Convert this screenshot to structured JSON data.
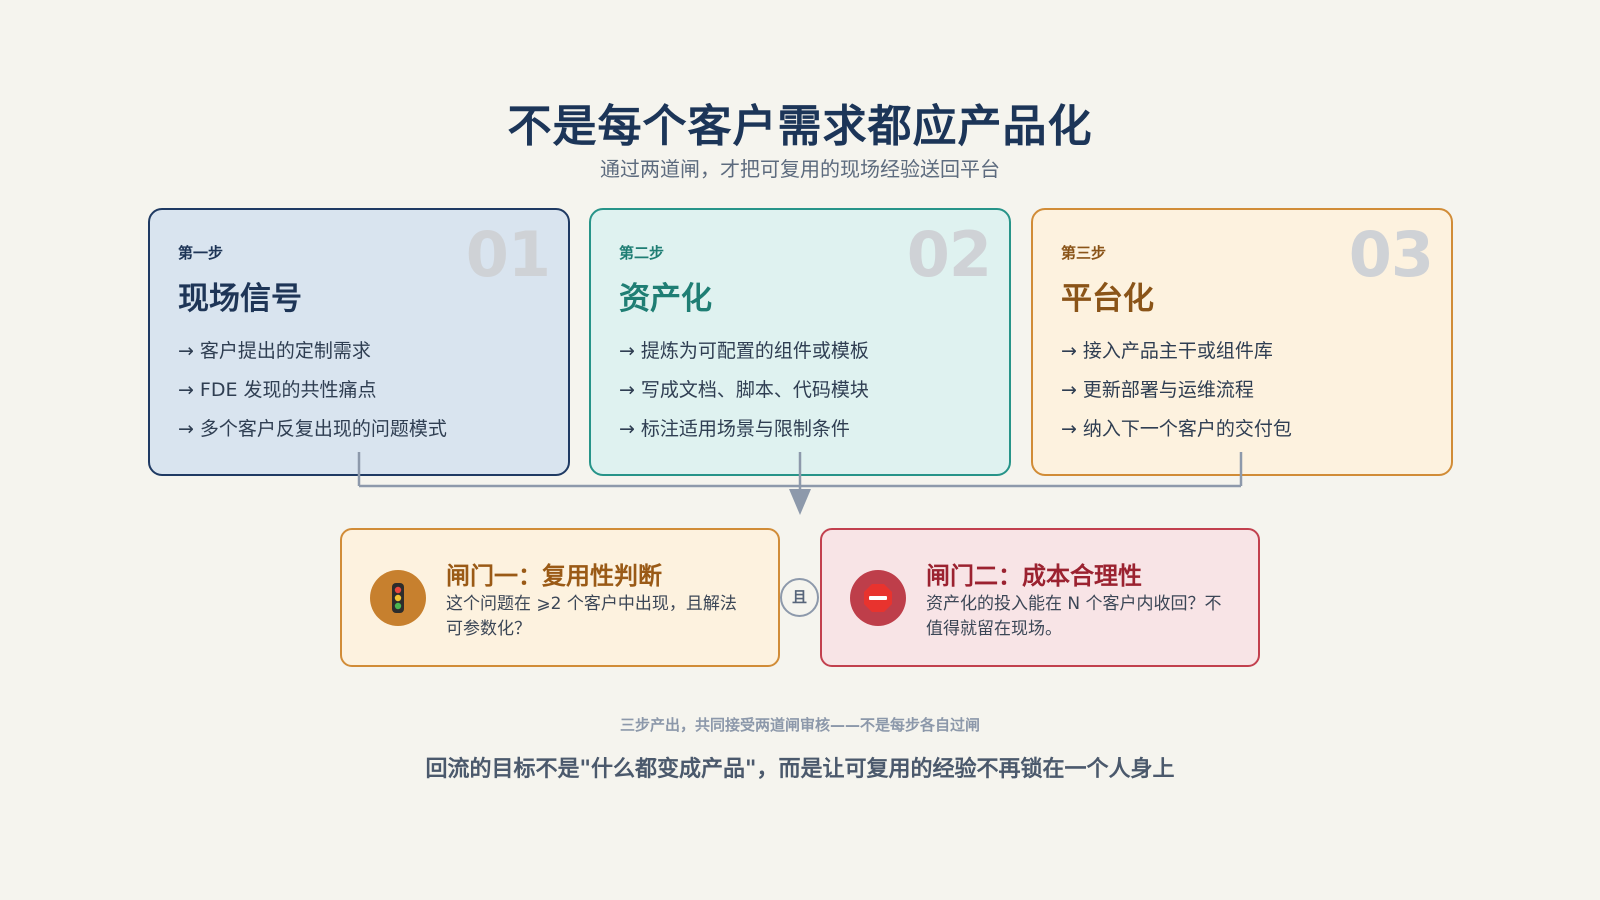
{
  "title": "不是每个客户需求都应产品化",
  "subtitle": "通过两道闸，才把可复用的现场经验送回平台",
  "steps": [
    {
      "number": "01",
      "step_label": "第一步",
      "name": "现场信号",
      "items": [
        "客户提出的定制需求",
        "FDE 发现的共性痛点",
        "多个客户反复出现的问题模式"
      ],
      "color": "#1e3557"
    },
    {
      "number": "02",
      "step_label": "第二步",
      "name": "资产化",
      "items": [
        "提炼为可配置的组件或模板",
        "写成文档、脚本、代码模块",
        "标注适用场景与限制条件"
      ],
      "color": "#1f7e74"
    },
    {
      "number": "03",
      "step_label": "第三步",
      "name": "平台化",
      "items": [
        "接入产品主干或组件库",
        "更新部署与运维流程",
        "纳入下一个客户的交付包"
      ],
      "color": "#8a5418"
    }
  ],
  "arrow_glyph": "→",
  "gates": [
    {
      "title": "闸门一：复用性判断",
      "description": "这个问题在 ⩾2 个客户中出现，且解法可参数化？",
      "icon": "traffic-light-icon",
      "color": "#9a5a16"
    },
    {
      "title": "闸门二：成本合理性",
      "description": "资产化的投入能在 N 个客户内收回？不值得就留在现场。",
      "icon": "stop-sign-icon",
      "color": "#9b2230"
    }
  ],
  "and_label": "且",
  "footnote": "三步产出，共同接受两道闸审核——不是每步各自过闸",
  "conclusion": "回流的目标不是\"什么都变成产品\"，而是让可复用的经验不再锁在一个人身上"
}
